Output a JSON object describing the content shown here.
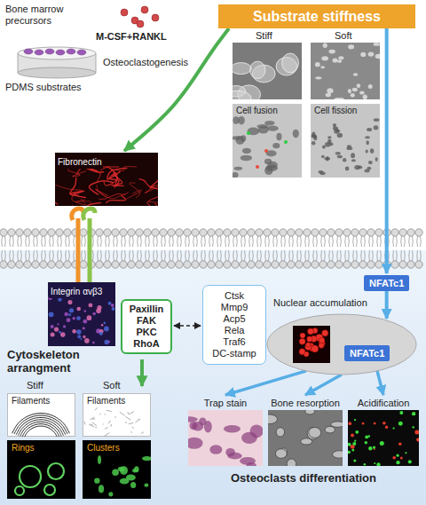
{
  "diagram": {
    "nodes": [
      {
        "text": [
          "Substrate stiffness"
        ]
      },
      {
        "text": [
          "Fibronectin"
        ]
      },
      {
        "text": [
          "Integrin αvβ3"
        ]
      },
      {
        "text": [
          "Paxillin FAK PKC RhoA"
        ]
      },
      {
        "text": [
          "NFATc1"
        ]
      },
      {
        "text": [
          "Nuclear accumulation"
        ]
      },
      {
        "text": [
          "NFATc1"
        ],
        "in": 5
      },
      {
        "text": [
          "Ctsk Mmp9 Acp5 Rela Traf6 DC-stamp"
        ]
      },
      {
        "text": [
          "Trap stain"
        ]
      },
      {
        "text": [
          "Bone resorption"
        ]
      },
      {
        "text": [
          "Acidification"
        ]
      }
    ],
    "edges": [
      {
        "from": 0,
        "to": 1,
        "arrow": "to"
      },
      {
        "from": 0,
        "to": 4,
        "arrow": "to"
      },
      {
        "from": 4,
        "to": 5,
        "arrow": "to"
      },
      {
        "from": 3,
        "to": 7,
        "arrow": "both"
      },
      {
        "from": 5,
        "to": 8,
        "arrow": "to"
      },
      {
        "from": 5,
        "to": 9,
        "arrow": "to"
      },
      {
        "from": 5,
        "to": 10,
        "arrow": "to"
      }
    ],
    "labels": [
      "Bone marrow precursors",
      "M-CSF+RANKL",
      "Osteoclastogenesis",
      "PDMS substrates",
      "Stiff",
      "Soft",
      "Cell fusion",
      "Cell fission",
      "Cytoskeleton arrangment",
      "Stiff",
      "Soft",
      "Filaments",
      "Filaments",
      "Rings",
      "Clusters",
      "Osteoclasts differentiation"
    ]
  }
}
